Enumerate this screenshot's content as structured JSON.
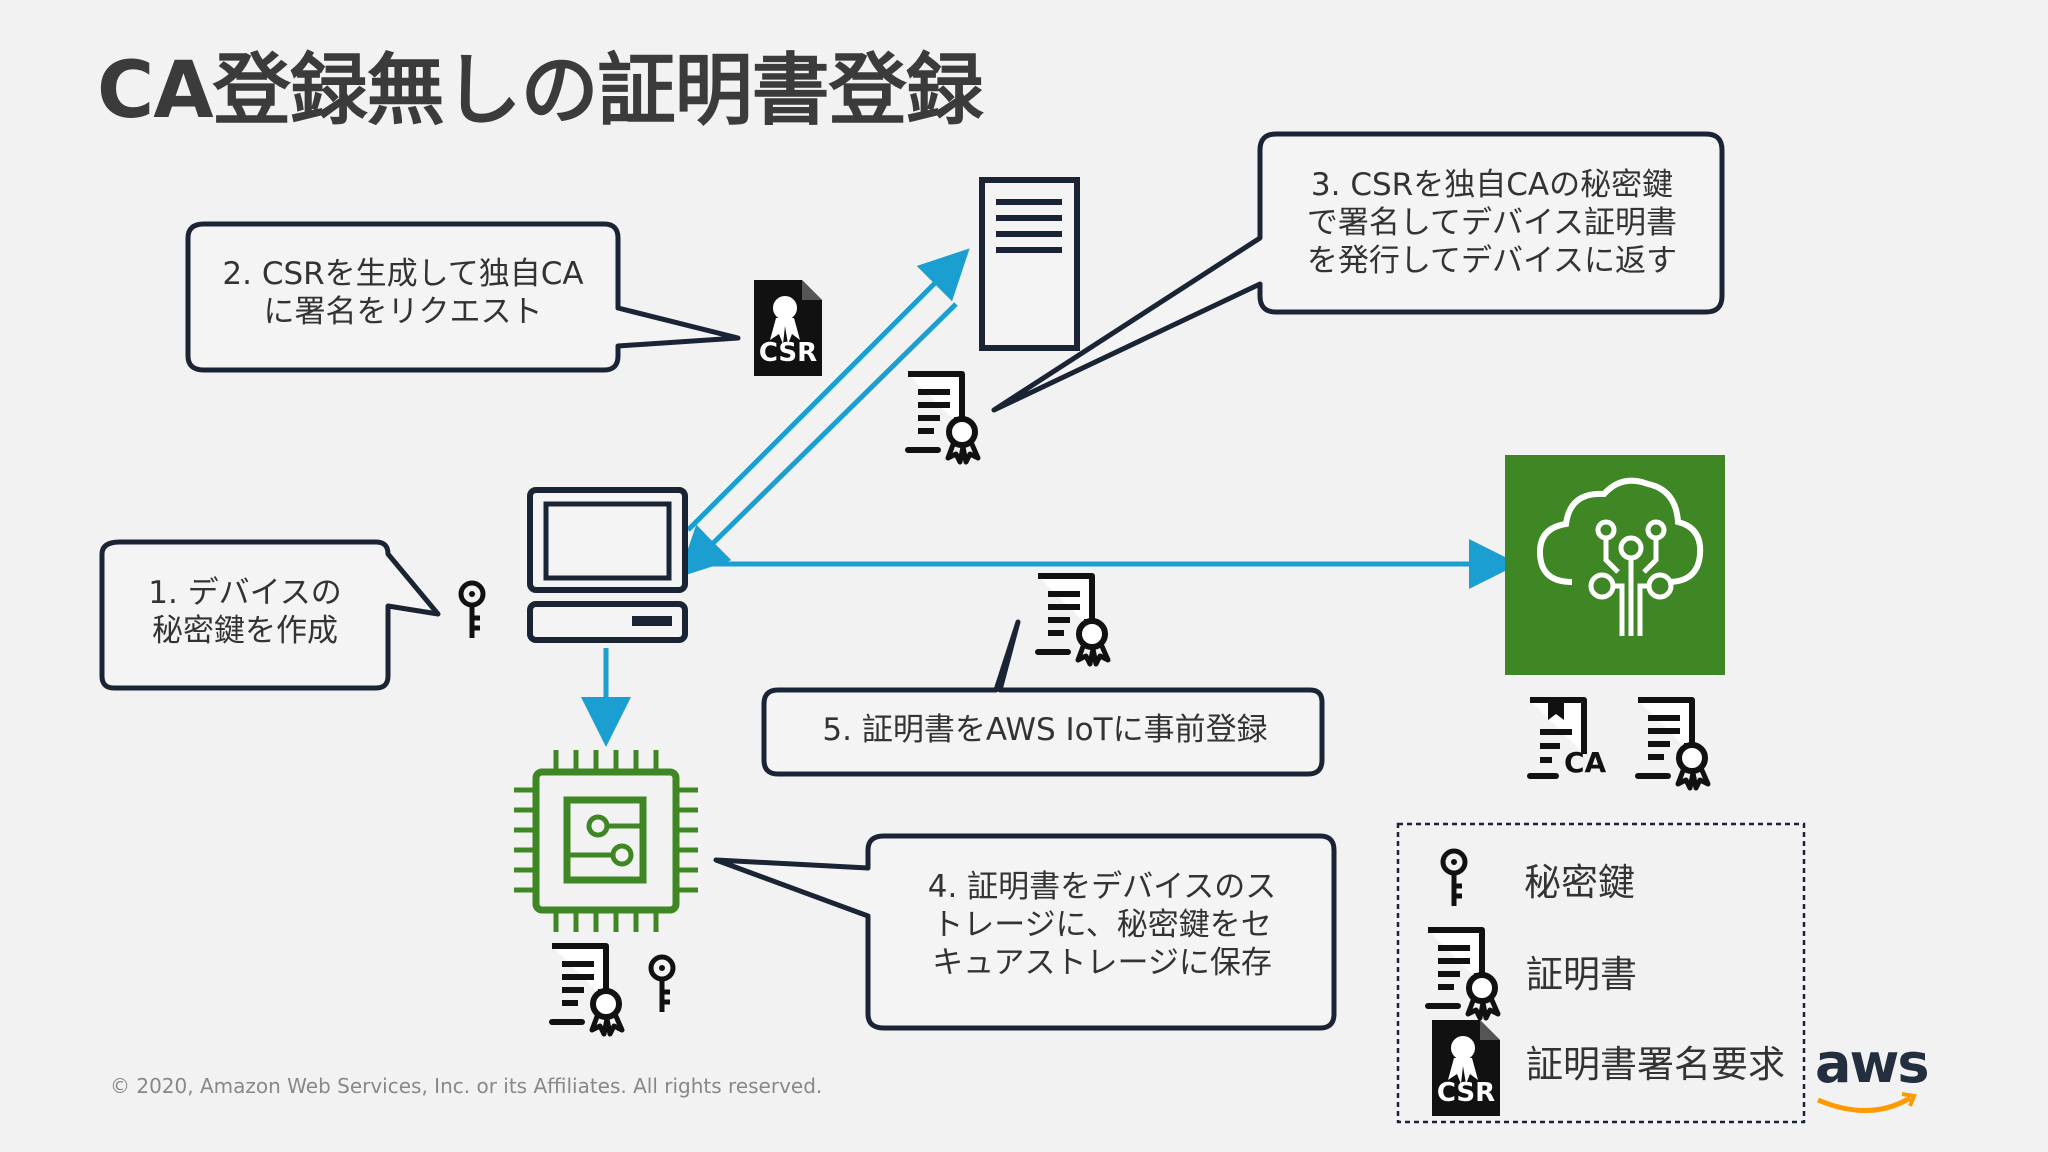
{
  "slide": {
    "title": "CA登録無しの証明書登録",
    "copyright": "© 2020, Amazon Web Services, Inc. or its Affiliates. All rights reserved."
  },
  "steps": [
    {
      "lines": [
        "1. デバイスの",
        "秘密鍵を作成"
      ]
    },
    {
      "lines": [
        "2. CSRを生成して独自CA",
        "に署名をリクエスト"
      ]
    },
    {
      "lines": [
        "3. CSRを独自CAの秘密鍵",
        "で署名してデバイス証明書",
        "を発行してデバイスに返す"
      ]
    },
    {
      "lines": [
        "4. 証明書をデバイスのス",
        "トレージに、秘密鍵をセ",
        "キュアストレージに保存"
      ]
    },
    {
      "lines": [
        "5. 証明書をAWS IoTに事前登録"
      ]
    }
  ],
  "icon_labels": {
    "csr": "CSR",
    "ca": "CA"
  },
  "legend": {
    "items": [
      {
        "icon": "key-icon",
        "label": "秘密鍵"
      },
      {
        "icon": "certificate-icon",
        "label": "証明書"
      },
      {
        "icon": "csr-icon",
        "label": "証明書署名要求"
      }
    ]
  },
  "brand": {
    "logo_text": "aws",
    "accent_color": "#1a9fd0",
    "iot_green": "#3f8624",
    "chip_green": "#3f8624",
    "smile_color": "#ff9900"
  }
}
